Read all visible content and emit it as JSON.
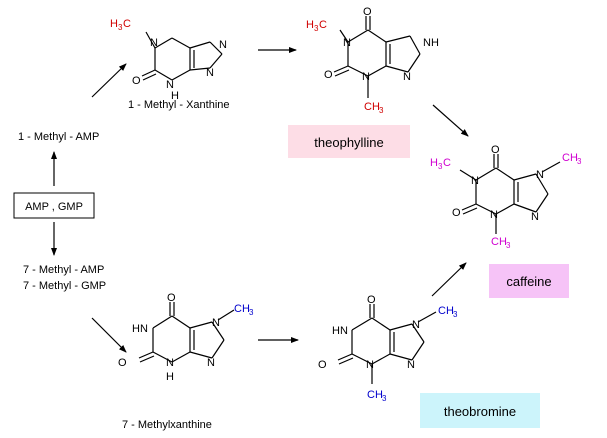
{
  "labels": {
    "amp_gmp": "AMP , GMP",
    "methyl_amp_1": "1 - Methyl - AMP",
    "methyl_xanthine_1": "1 - Methyl - Xanthine",
    "methyl_amp_7": "7 - Methyl - AMP",
    "methyl_gmp_7": "7 - Methyl - GMP",
    "methylxanthine_7": "7 - Methylxanthine"
  },
  "boxes": {
    "theophylline": "theophylline",
    "caffeine": "caffeine",
    "theobromine": "theobromine"
  },
  "colors": {
    "theophylline_bg": "#fddde6",
    "caffeine_bg": "#f6c3f7",
    "theobromine_bg": "#ccf4fb",
    "methyl_red": "#d00000",
    "methyl_magenta": "#d000d0",
    "methyl_blue": "#0000cc",
    "bond": "#000000"
  },
  "atoms": {
    "O": "O",
    "N": "N",
    "NH": "NH",
    "HN": "HN",
    "H": "H",
    "CH": "CH",
    "H_left": "H",
    "C_left": "C",
    "three": "3"
  }
}
